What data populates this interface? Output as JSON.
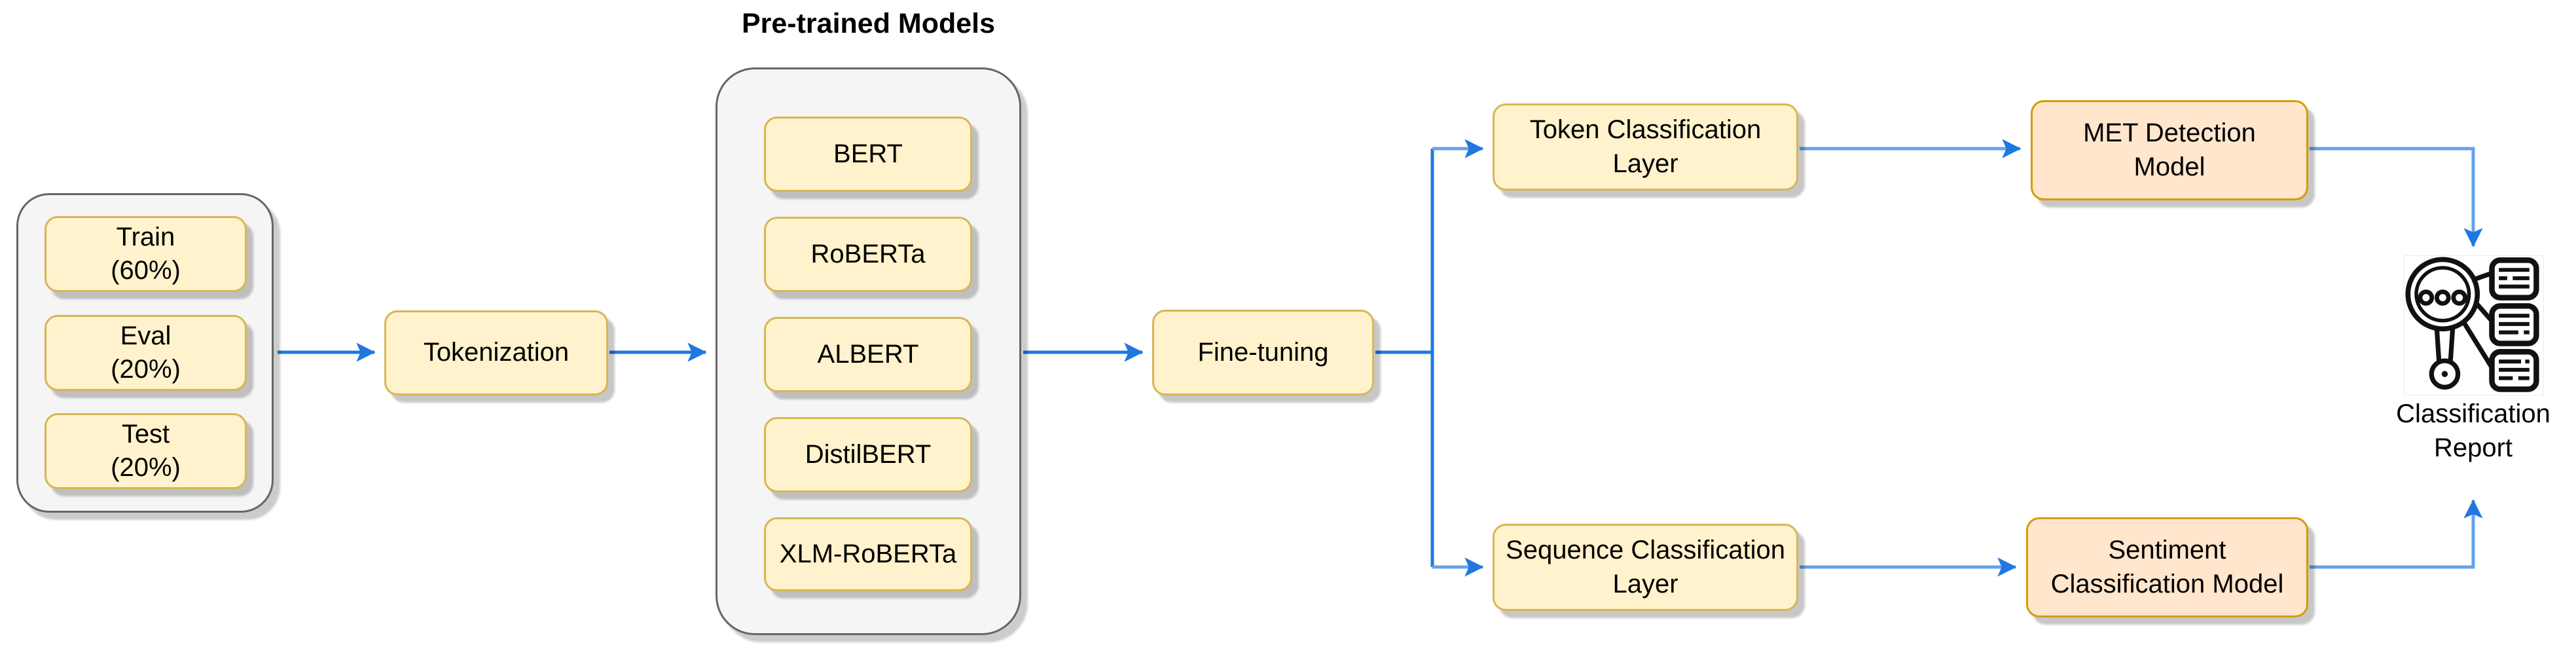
{
  "titles": {
    "pretrained_models": "Pre-trained Models"
  },
  "dataset_group": {
    "train": "Train\n(60%)",
    "eval": "Eval\n(20%)",
    "test": "Test\n(20%)"
  },
  "models": [
    "BERT",
    "RoBERTa",
    "ALBERT",
    "DistilBERT",
    "XLM-RoBERTa"
  ],
  "pipeline": {
    "tokenization": "Tokenization",
    "finetuning": "Fine-tuning",
    "token_layer": "Token Classification\nLayer",
    "sequence_layer": "Sequence Classification\nLayer",
    "met_model": "MET Detection\nModel",
    "sentiment_model": "Sentiment\nClassification Model",
    "report_label": "Classification\nReport"
  },
  "icons": {
    "report": "magnifier-with-report-lists-icon"
  },
  "colors": {
    "node_fill_yellow": "#FFF2CC",
    "node_border_yellow": "#D6B656",
    "node_fill_orange": "#FFE6CC",
    "node_border_orange": "#D79B00",
    "group_fill": "#F5F5F5",
    "group_border": "#666666",
    "arrow_main": "#1E78E0",
    "arrow_light": "#66A2EC",
    "text": "#000000",
    "background": "#FFFFFF"
  }
}
